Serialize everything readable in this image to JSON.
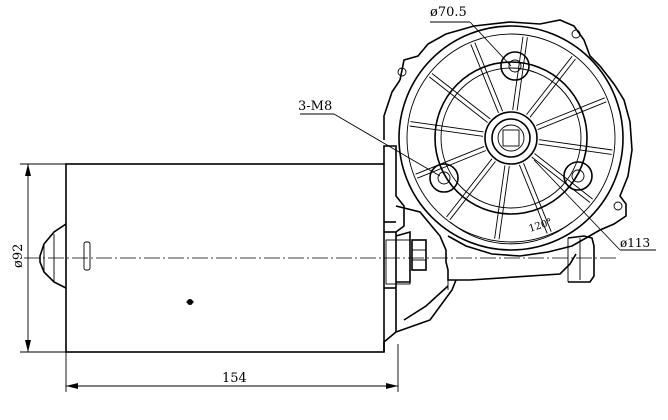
{
  "dimensions": {
    "gear_flange_diameter": "ø70.5",
    "mounting_holes": "3-M8",
    "angle": "120°",
    "outer_diameter": "ø113",
    "motor_diameter": "ø92",
    "motor_length": "154"
  }
}
